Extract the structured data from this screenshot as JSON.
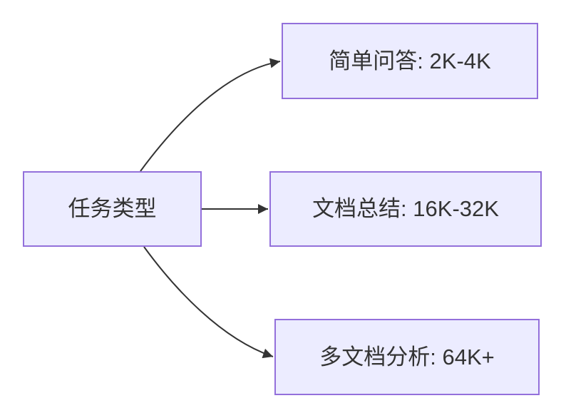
{
  "diagram": {
    "type": "flowchart",
    "direction": "left-to-right",
    "colors": {
      "node_fill": "#ECECFF",
      "node_border": "#9370DB",
      "edge_line": "#333333",
      "text": "#333333",
      "background": "#FFFFFF"
    },
    "root": {
      "id": "task-type",
      "label": "任务类型"
    },
    "nodes": [
      {
        "id": "simple-qa",
        "label": "简单问答: 2K-4K"
      },
      {
        "id": "doc-summary",
        "label": "文档总结: 16K-32K"
      },
      {
        "id": "multi-doc",
        "label": "多文档分析: 64K+"
      }
    ],
    "edges": [
      {
        "from": "任务类型",
        "to": "简单问答: 2K-4K",
        "style": "curved-up",
        "arrow": "filled-triangle"
      },
      {
        "from": "任务类型",
        "to": "文档总结: 16K-32K",
        "style": "straight",
        "arrow": "filled-triangle"
      },
      {
        "from": "任务类型",
        "to": "多文档分析: 64K+",
        "style": "curved-down",
        "arrow": "filled-triangle"
      }
    ]
  }
}
